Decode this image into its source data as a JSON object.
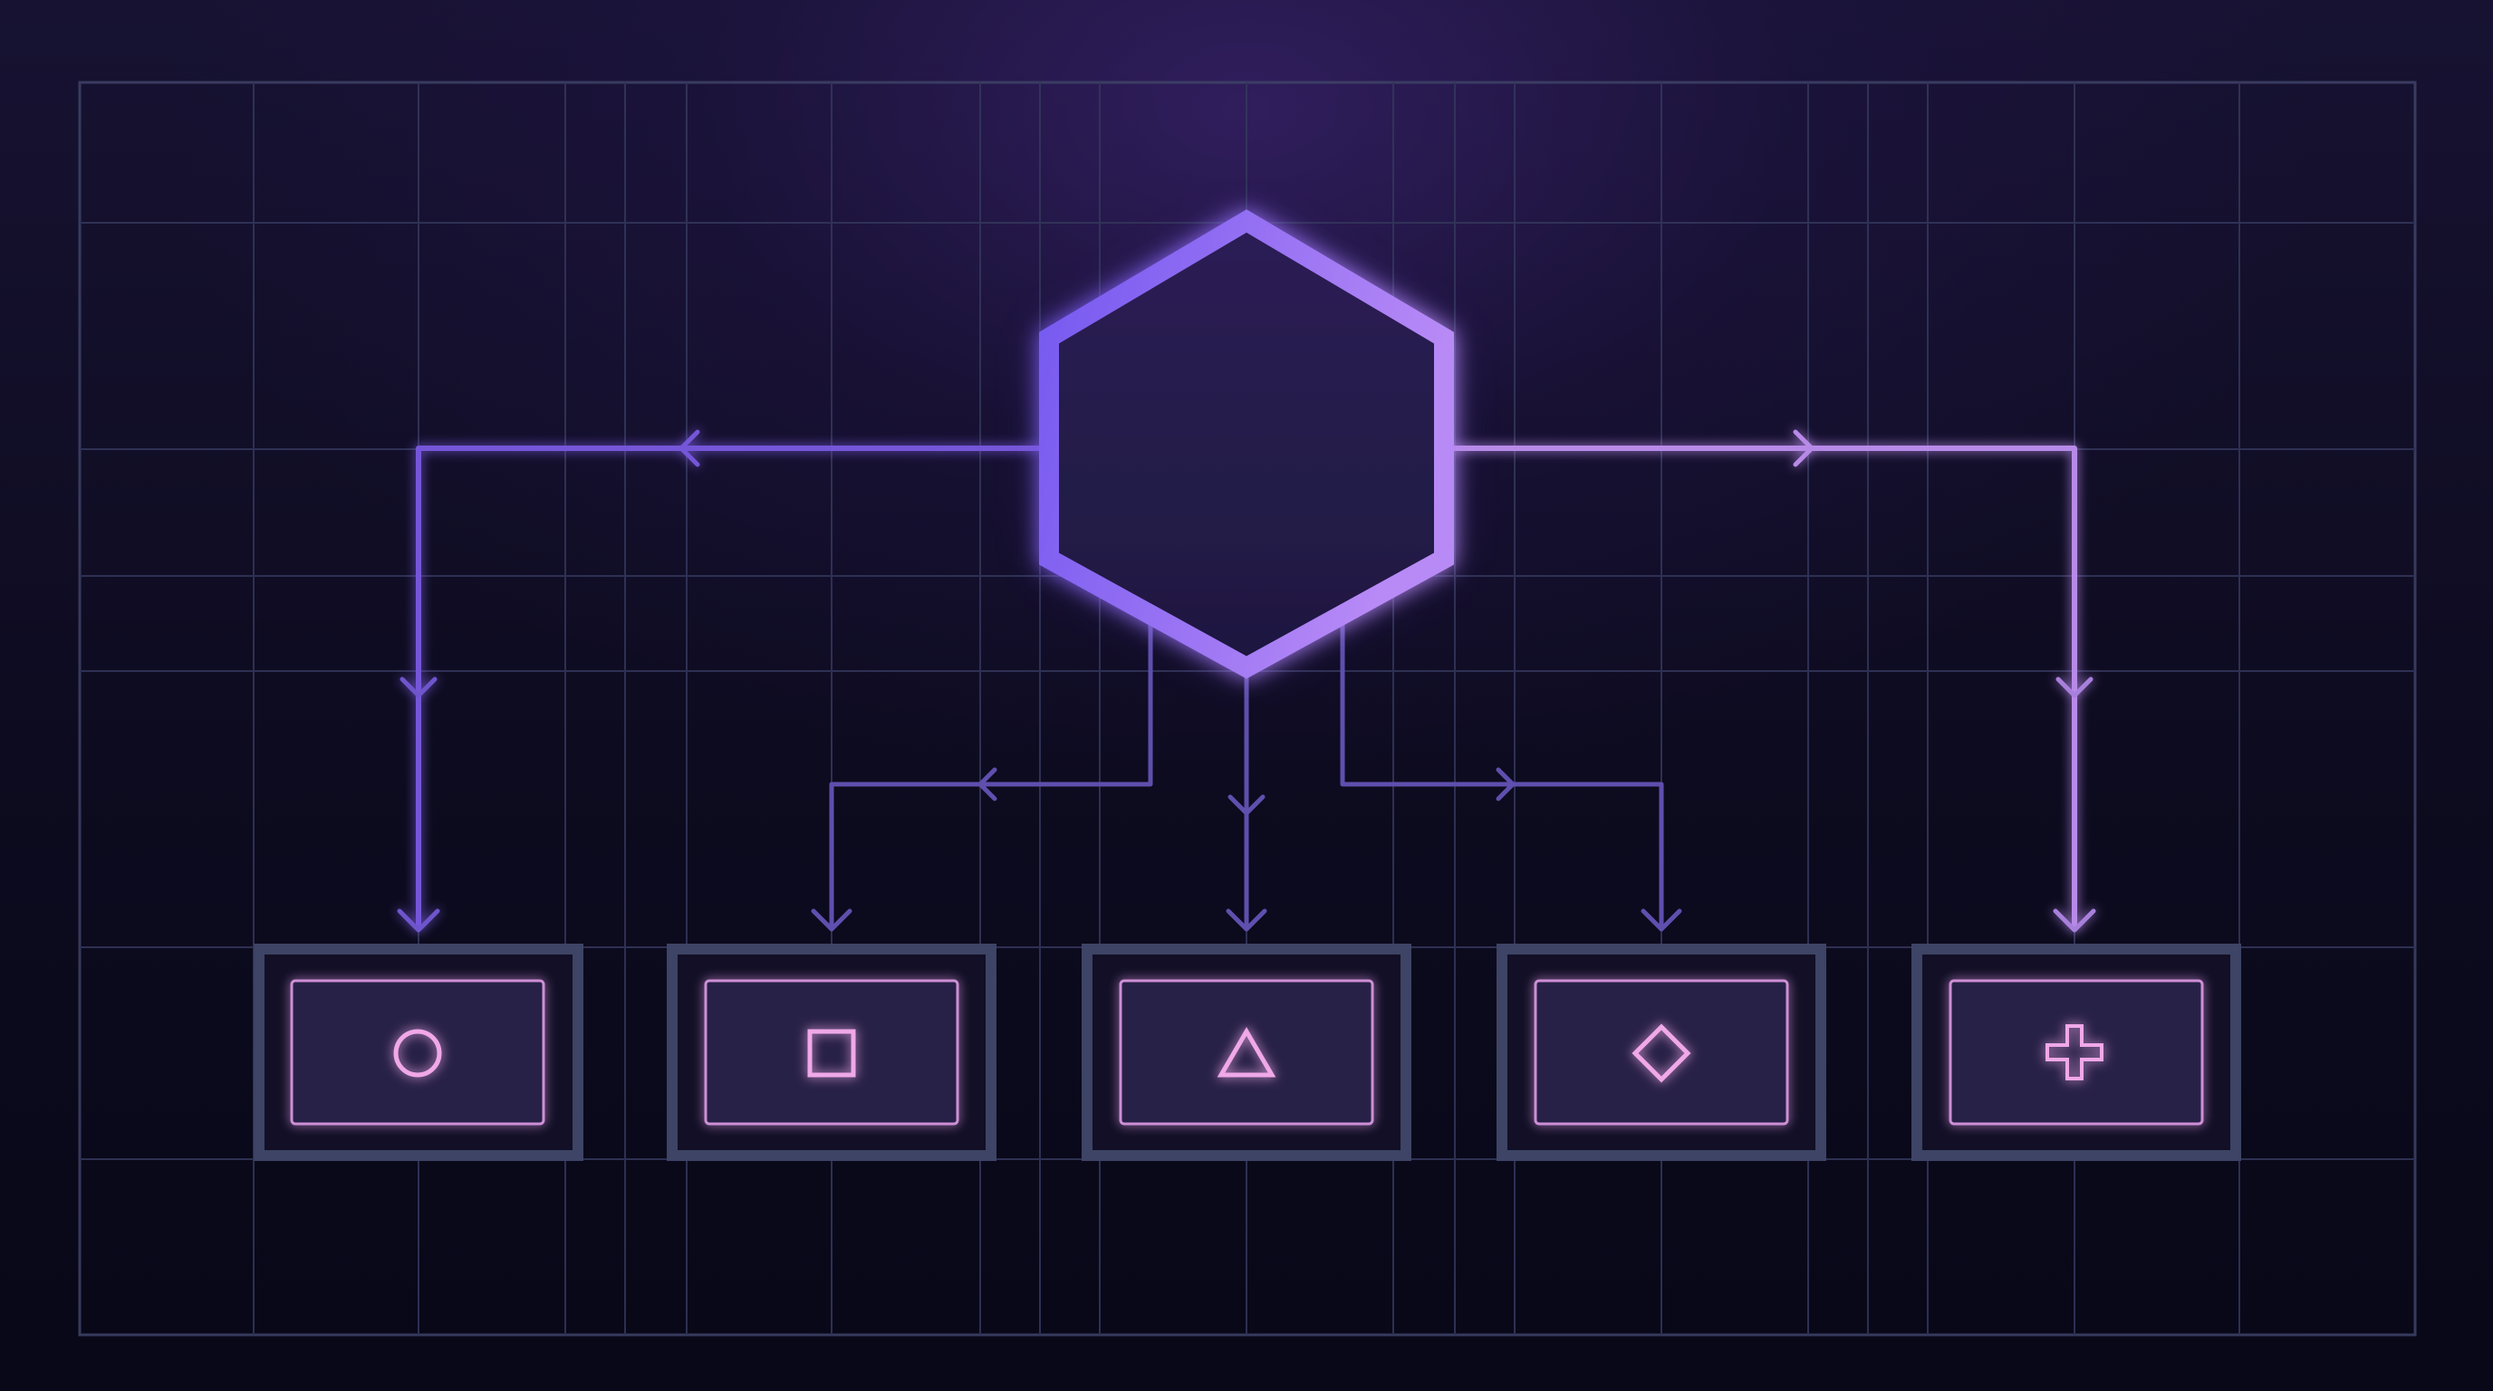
{
  "diagram": {
    "type": "hierarchy",
    "root": {
      "shape": "hexagon",
      "label": ""
    },
    "children": [
      {
        "id": "circle",
        "icon": "circle-icon"
      },
      {
        "id": "square",
        "icon": "square-icon"
      },
      {
        "id": "triangle",
        "icon": "triangle-icon"
      },
      {
        "id": "diamond",
        "icon": "diamond-icon"
      },
      {
        "id": "plus",
        "icon": "plus-icon"
      }
    ]
  },
  "colors": {
    "background": "#0d0b1f",
    "grid": "#3a3d63",
    "hexagon_left": "#7c5cf0",
    "hexagon_right": "#b184f5",
    "connector_left": "#7a5ad8",
    "connector_center": "#6a58c0",
    "connector_right": "#b888e8",
    "box_outer": "#3d4465",
    "box_inner_fill": "#2a1f47",
    "icon_pink": "#f0a8e8"
  }
}
